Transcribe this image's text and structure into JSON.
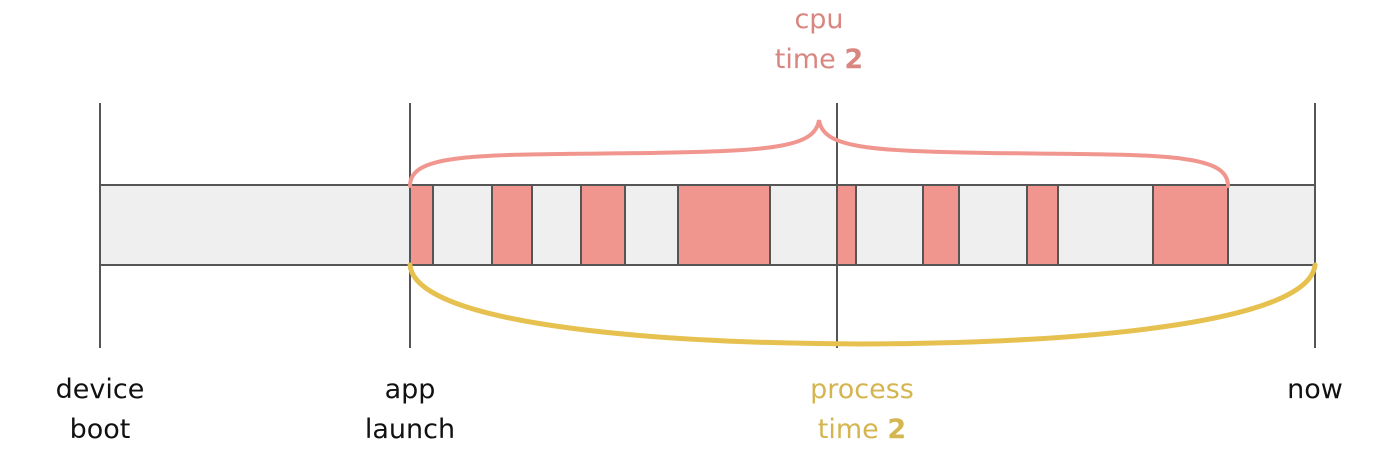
{
  "labels": {
    "device_boot": {
      "line1": "device",
      "line2": "boot"
    },
    "app_launch": {
      "line1": "app",
      "line2": "launch"
    },
    "process_time": {
      "line1": "process",
      "line2_prefix": "time",
      "line2_number": "2"
    },
    "now": {
      "line1": "now"
    },
    "cpu_time": {
      "line1": "cpu",
      "line2_prefix": "time",
      "line2_number": "2"
    }
  },
  "colors": {
    "cpu": "#f0968f",
    "cpu_text": "#d98580",
    "process": "#e6c14f",
    "process_text": "#d4b550",
    "bar_background": "#efefef",
    "lines": "#555555"
  }
}
